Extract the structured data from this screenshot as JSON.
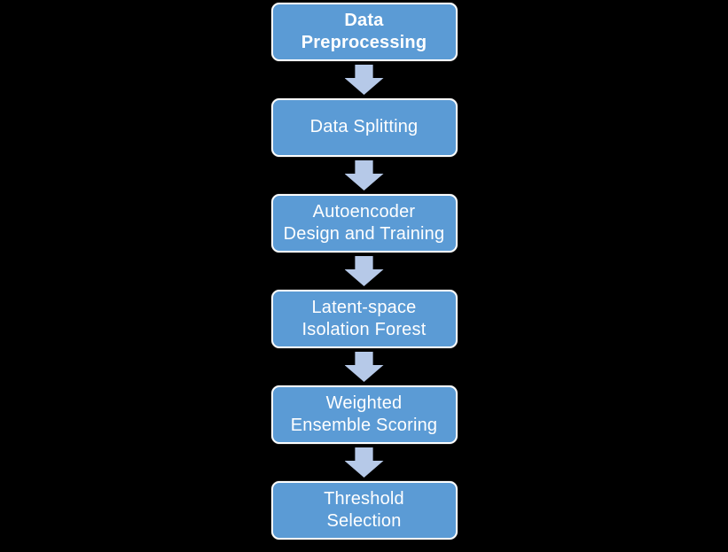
{
  "diagram": {
    "type": "vertical-flowchart",
    "background_color": "#000000",
    "box_fill_color": "#5B9BD5",
    "box_border_color": "#FDFEFE",
    "box_text_color": "#FFFFFF",
    "arrow_color": "#B6C9E8",
    "steps": [
      {
        "label": "Data\nPreprocessing",
        "bold": true
      },
      {
        "label": "Data Splitting",
        "bold": false
      },
      {
        "label": "Autoencoder\nDesign and Training",
        "bold": false
      },
      {
        "label": "Latent-space\nIsolation Forest",
        "bold": false
      },
      {
        "label": "Weighted\nEnsemble Scoring",
        "bold": false
      },
      {
        "label": "Threshold\nSelection",
        "bold": false
      }
    ]
  }
}
